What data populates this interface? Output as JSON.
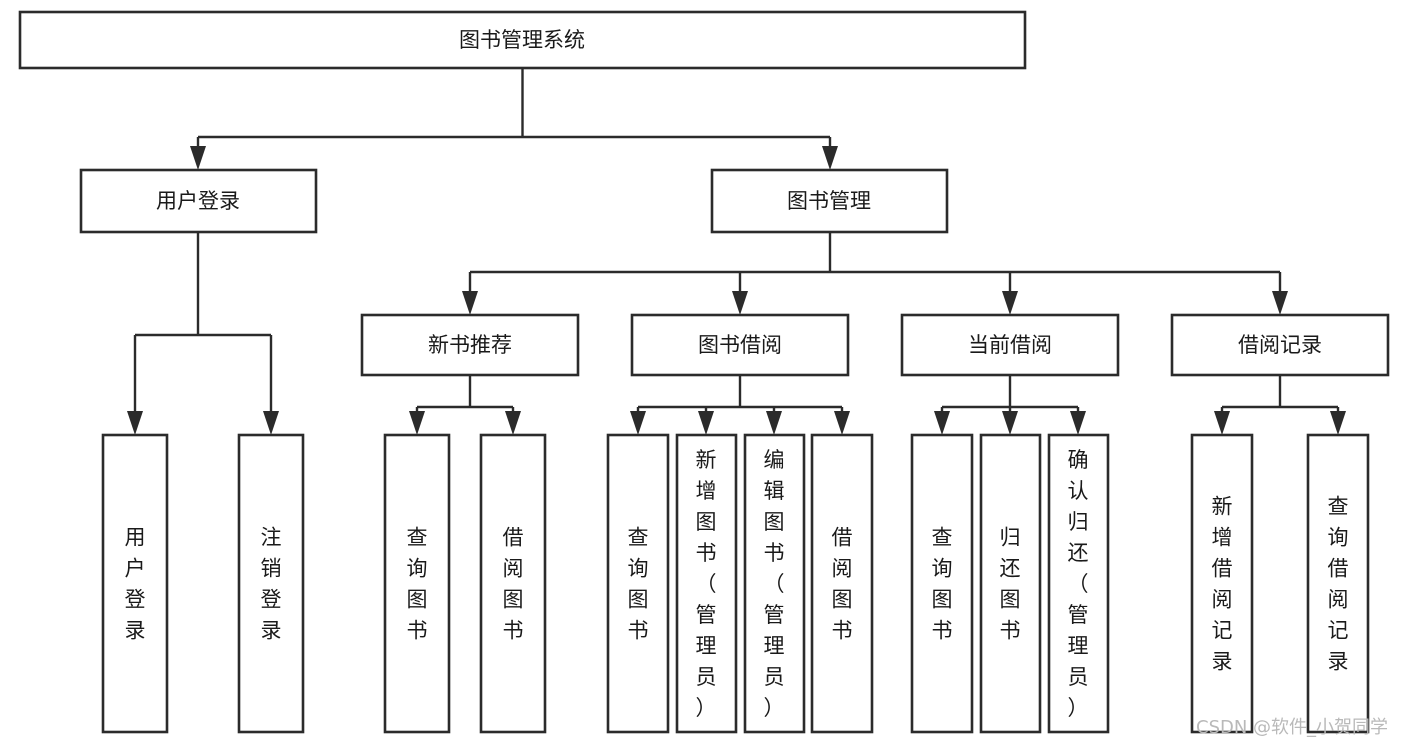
{
  "diagram": {
    "title": "图书管理系统",
    "type": "tree-hierarchy",
    "watermark": "CSDN @软件_小贺同学",
    "colors": {
      "box_stroke": "#2b2b2b",
      "box_fill": "#ffffff",
      "connector": "#2b2b2b",
      "text": "#1a1a1a",
      "watermark": "#b9b9b9",
      "background": "#ffffff"
    },
    "root": {
      "label": "图书管理系统"
    },
    "level2": [
      {
        "label": "用户登录"
      },
      {
        "label": "图书管理"
      }
    ],
    "level3": [
      {
        "label": "新书推荐"
      },
      {
        "label": "图书借阅"
      },
      {
        "label": "当前借阅"
      },
      {
        "label": "借阅记录"
      }
    ],
    "leaves_user_login": [
      {
        "label": "用户登录"
      },
      {
        "label": "注销登录"
      }
    ],
    "leaves_new_book": [
      {
        "label": "查询图书"
      },
      {
        "label": "借阅图书"
      }
    ],
    "leaves_borrow": [
      {
        "label": "查询图书"
      },
      {
        "label": "新增图书（管理员）"
      },
      {
        "label": "编辑图书（管理员）"
      },
      {
        "label": "借阅图书"
      }
    ],
    "leaves_current": [
      {
        "label": "查询图书"
      },
      {
        "label": "归还图书"
      },
      {
        "label": "确认归还（管理员）"
      }
    ],
    "leaves_record": [
      {
        "label": "新增借阅记录"
      },
      {
        "label": "查询借阅记录"
      }
    ]
  }
}
